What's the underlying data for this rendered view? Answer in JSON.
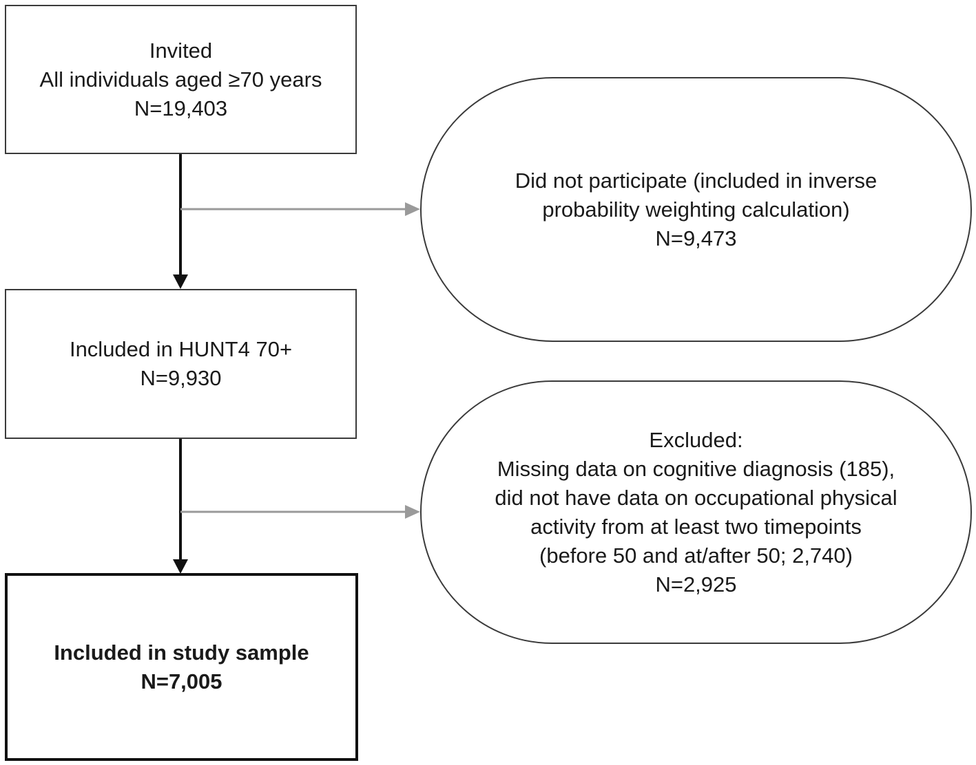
{
  "nodes": {
    "invited": {
      "lines": [
        "Invited",
        "All individuals aged ≥70 years",
        "N=19,403"
      ]
    },
    "did_not_participate": {
      "lines": [
        "Did not participate (included in inverse",
        "probability weighting calculation)",
        "N=9,473"
      ]
    },
    "included_hunt4": {
      "lines": [
        "Included in HUNT4 70+",
        "N=9,930"
      ]
    },
    "excluded": {
      "lines": [
        "Excluded:",
        "Missing data on cognitive diagnosis (185),",
        "did not have data on occupational physical",
        "activity from at least two timepoints",
        "(before 50 and at/after 50; 2,740)",
        "N=2,925"
      ]
    },
    "study_sample": {
      "lines": [
        "Included in study sample",
        "N=7,005"
      ]
    }
  },
  "colors": {
    "main_arrow": "#111111",
    "side_arrow": "#9a9a9a",
    "border": "#3a3a3a"
  }
}
